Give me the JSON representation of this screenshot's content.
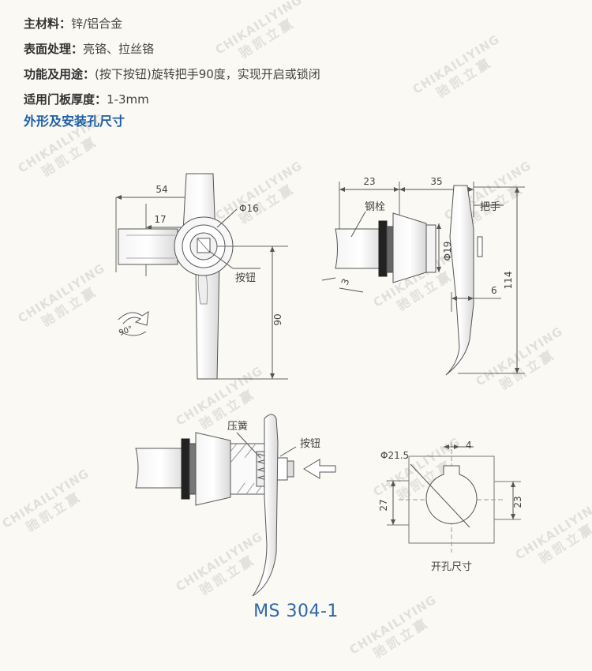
{
  "specs": [
    {
      "label": "主材料：",
      "value": "锌/铝合金"
    },
    {
      "label": "表面处理：",
      "value": "亮铬、拉丝铬"
    },
    {
      "label": "功能及用途：",
      "value": "(按下按钮)旋转把手90度，实现开启或锁闭"
    },
    {
      "label": "适用门板厚度：",
      "value": "1-3mm"
    }
  ],
  "section_title": "外形及安装孔尺寸",
  "views": {
    "front": {
      "dim_width": "54",
      "dim_offset": "17",
      "dim_diameter": "Φ16",
      "dim_height": "90",
      "label_button": "按钮",
      "rotation": "90°"
    },
    "side": {
      "dim_a": "23",
      "dim_b": "35",
      "label_pin": "钢栓",
      "label_handle": "把手",
      "dim_diameter": "Φ19",
      "dim_thickness": "3",
      "dim_gap": "6",
      "dim_height": "114"
    },
    "section": {
      "label_spring": "压簧",
      "label_button": "按钮"
    },
    "cutout": {
      "dim_diameter": "Φ21.5",
      "dim_top": "4",
      "dim_left": "27",
      "dim_right": "23",
      "label": "开孔尺寸"
    }
  },
  "model": "MS 304-1",
  "watermark": {
    "latin": "CHIKAILIYING",
    "cn": "驰凯立赢"
  }
}
